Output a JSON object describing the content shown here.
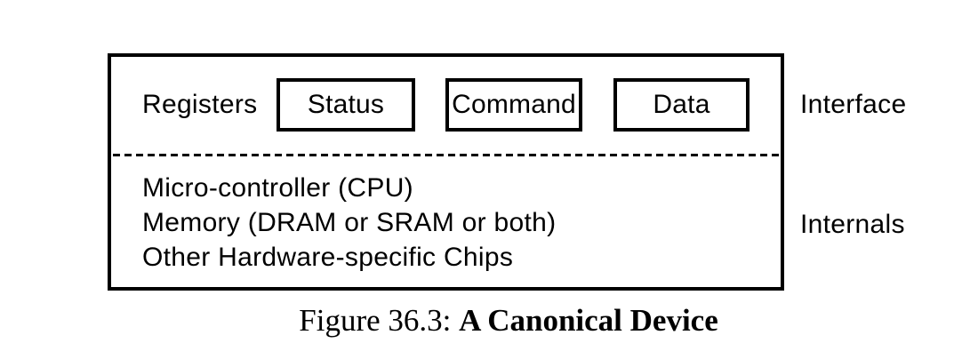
{
  "figure": {
    "registers_label": "Registers",
    "register_boxes": [
      "Status",
      "Command",
      "Data"
    ],
    "internals_lines": [
      "Micro-controller (CPU)",
      "Memory (DRAM or SRAM or both)",
      "Other Hardware-specific Chips"
    ],
    "side_labels": {
      "interface": "Interface",
      "internals": "Internals"
    },
    "caption": {
      "prefix": "Figure 36.3:",
      "title": "A Canonical Device"
    },
    "colors": {
      "line": "#000000",
      "text": "#000000",
      "background": "#ffffff"
    }
  }
}
